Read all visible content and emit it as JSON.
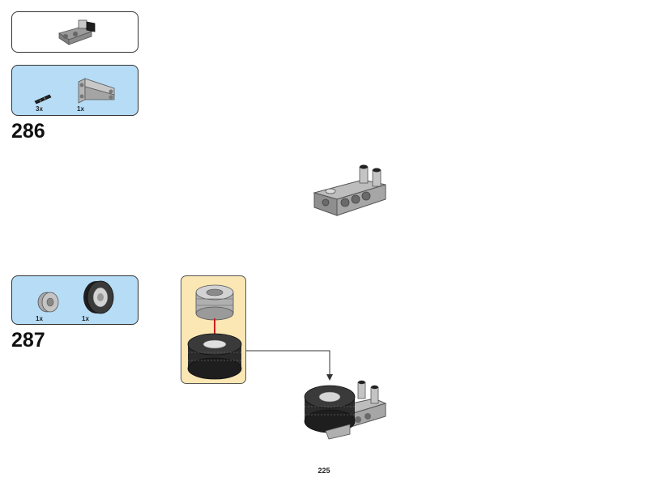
{
  "page": {
    "number": "225"
  },
  "steps": [
    {
      "number": "286",
      "parts": [
        {
          "qty": "3x",
          "name": "black-axle-pin-icon"
        },
        {
          "qty": "1x",
          "name": "grey-beam-frame-icon"
        }
      ]
    },
    {
      "number": "287",
      "parts": [
        {
          "qty": "1x",
          "name": "grey-wheel-rim-icon"
        },
        {
          "qty": "1x",
          "name": "black-tire-icon"
        }
      ]
    }
  ],
  "colors": {
    "parts_box": "#b6dcf6",
    "callout": "#fbe7b4",
    "part_grey": "#a9a9a9",
    "tire_black": "#2b2b2b",
    "guide_red": "#c81e1e"
  }
}
